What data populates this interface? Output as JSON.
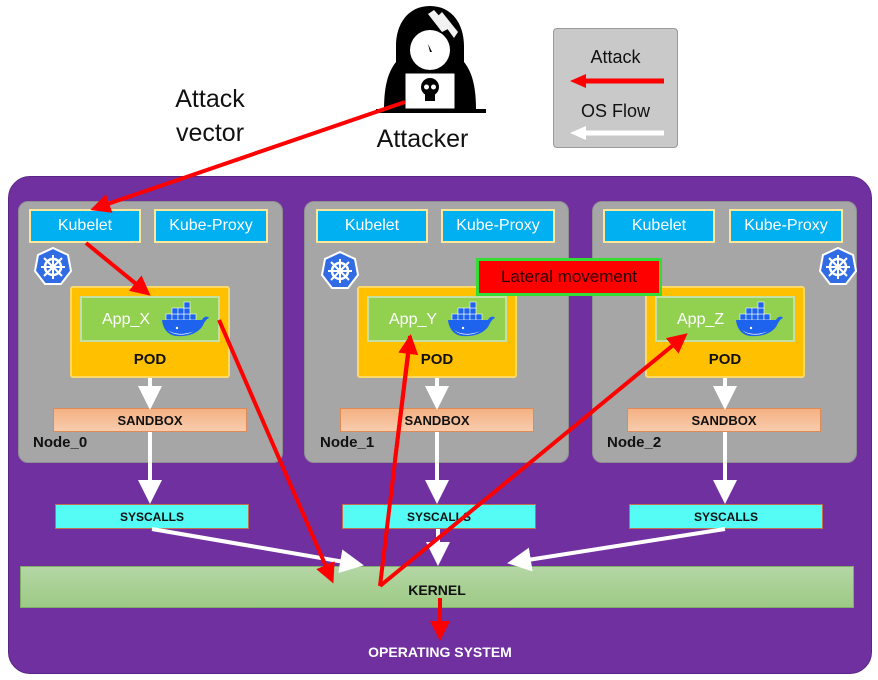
{
  "header": {
    "attack_vector_line1": "Attack",
    "attack_vector_line2": "vector",
    "attacker_label": "Attacker"
  },
  "legend": {
    "attack_label": "Attack",
    "os_flow_label": "OS Flow",
    "attack_color": "#ff0000",
    "os_flow_color": "#ffffff"
  },
  "cluster": {
    "background_color": "#7030a0",
    "nodes": [
      {
        "name": "Node_0",
        "kubelet": "Kubelet",
        "kube_proxy": "Kube-Proxy",
        "app": "App_X",
        "pod": "POD",
        "sandbox": "SANDBOX",
        "syscalls": "SYSCALLS"
      },
      {
        "name": "Node_1",
        "kubelet": "Kubelet",
        "kube_proxy": "Kube-Proxy",
        "app": "App_Y",
        "pod": "POD",
        "sandbox": "SANDBOX",
        "syscalls": "SYSCALLS"
      },
      {
        "name": "Node_2",
        "kubelet": "Kubelet",
        "kube_proxy": "Kube-Proxy",
        "app": "App_Z",
        "pod": "POD",
        "sandbox": "SANDBOX",
        "syscalls": "SYSCALLS"
      }
    ],
    "lateral_movement_label": "Lateral movement",
    "kernel_label": "KERNEL",
    "os_label": "OPERATING SYSTEM"
  }
}
